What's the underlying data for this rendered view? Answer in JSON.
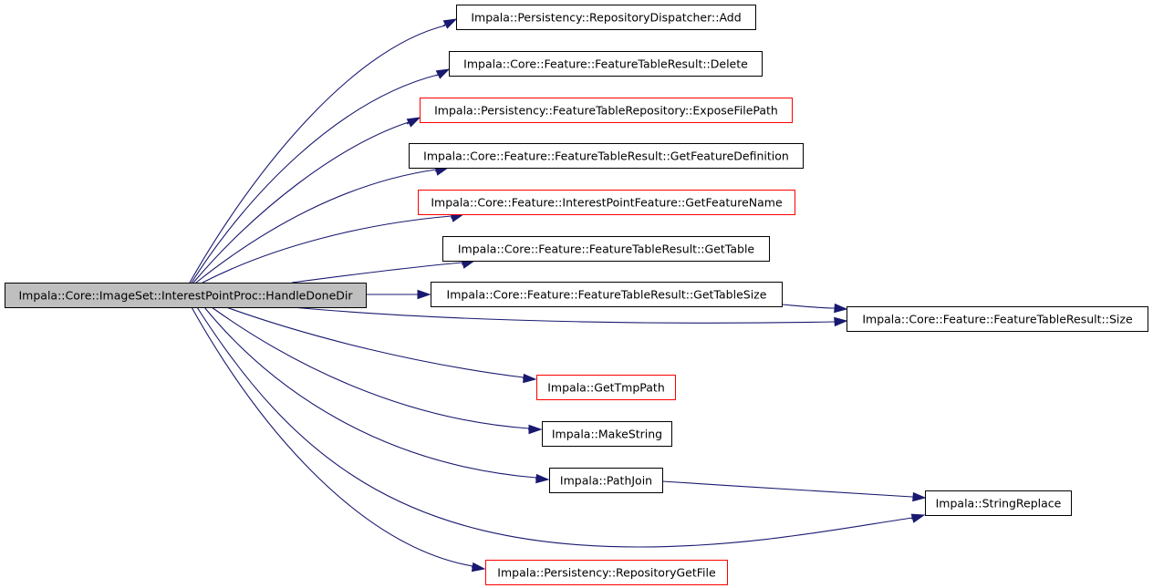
{
  "colors": {
    "edge": "#191970",
    "root_fill": "#bfbfbf",
    "node_border": "#000000",
    "undocumented_border": "#ff0000",
    "background": "#ffffff"
  },
  "graph": {
    "root": {
      "id": "root",
      "label": "Impala::Core::ImageSet::InterestPointProc::HandleDoneDir"
    },
    "nodes": [
      {
        "id": "add",
        "label": "Impala::Persistency::RepositoryDispatcher::Add",
        "border": "black"
      },
      {
        "id": "delete",
        "label": "Impala::Core::Feature::FeatureTableResult::Delete",
        "border": "black"
      },
      {
        "id": "expose",
        "label": "Impala::Persistency::FeatureTableRepository::ExposeFilePath",
        "border": "red"
      },
      {
        "id": "getfdef",
        "label": "Impala::Core::Feature::FeatureTableResult::GetFeatureDefinition",
        "border": "black"
      },
      {
        "id": "getfname",
        "label": "Impala::Core::Feature::InterestPointFeature::GetFeatureName",
        "border": "red"
      },
      {
        "id": "gettable",
        "label": "Impala::Core::Feature::FeatureTableResult::GetTable",
        "border": "black"
      },
      {
        "id": "gettsize",
        "label": "Impala::Core::Feature::FeatureTableResult::GetTableSize",
        "border": "black"
      },
      {
        "id": "size",
        "label": "Impala::Core::Feature::FeatureTableResult::Size",
        "border": "black"
      },
      {
        "id": "gettmp",
        "label": "Impala::GetTmpPath",
        "border": "red"
      },
      {
        "id": "makestr",
        "label": "Impala::MakeString",
        "border": "black"
      },
      {
        "id": "pathjoin",
        "label": "Impala::PathJoin",
        "border": "black"
      },
      {
        "id": "strreplace",
        "label": "Impala::StringReplace",
        "border": "black"
      },
      {
        "id": "repgetfile",
        "label": "Impala::Persistency::RepositoryGetFile",
        "border": "red"
      }
    ],
    "edges": [
      {
        "from": "root",
        "to": "add"
      },
      {
        "from": "root",
        "to": "delete"
      },
      {
        "from": "root",
        "to": "expose"
      },
      {
        "from": "root",
        "to": "getfdef"
      },
      {
        "from": "root",
        "to": "getfname"
      },
      {
        "from": "root",
        "to": "gettable"
      },
      {
        "from": "root",
        "to": "gettsize"
      },
      {
        "from": "root",
        "to": "size"
      },
      {
        "from": "root",
        "to": "gettmp"
      },
      {
        "from": "root",
        "to": "makestr"
      },
      {
        "from": "root",
        "to": "pathjoin"
      },
      {
        "from": "root",
        "to": "strreplace"
      },
      {
        "from": "root",
        "to": "repgetfile"
      },
      {
        "from": "gettsize",
        "to": "size"
      },
      {
        "from": "pathjoin",
        "to": "strreplace"
      }
    ]
  }
}
